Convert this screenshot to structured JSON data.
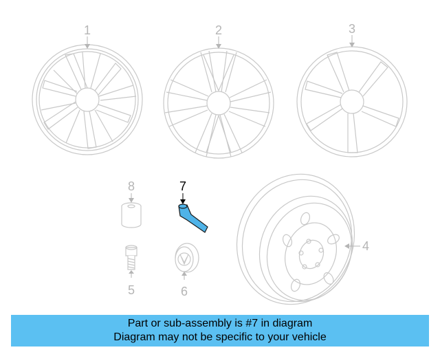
{
  "callouts": {
    "c1": "1",
    "c2": "2",
    "c3": "3",
    "c4": "4",
    "c5": "5",
    "c6": "6",
    "c7": "7",
    "c8": "8"
  },
  "highlighted_part": "7",
  "colors": {
    "banner": "#5bc0f2",
    "highlight": "#4fb3e8",
    "line_art": "#c8c8c8"
  },
  "banner": {
    "line1": "Part or sub-assembly is #7 in diagram",
    "line2": "Diagram may not be specific to your vehicle"
  }
}
